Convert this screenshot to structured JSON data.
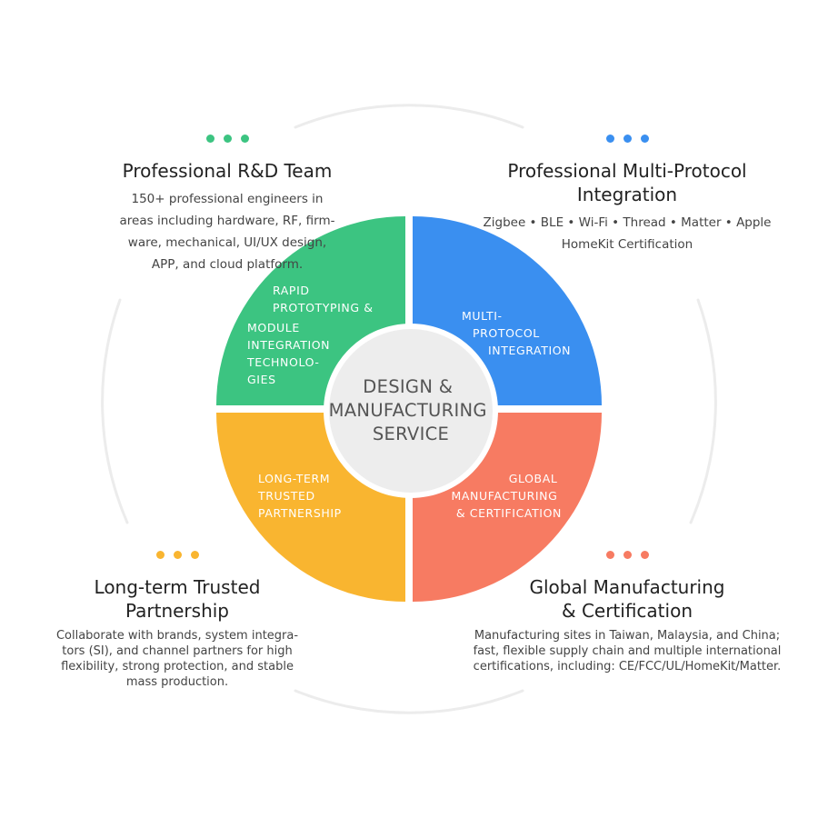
{
  "center": {
    "lines": [
      "DESIGN &",
      "MANUFACTURING",
      "SERVICE"
    ]
  },
  "segments": [
    {
      "id": "tl",
      "color": "#3cc481",
      "lines": [
        "RAPID",
        "PROTOTYPING &",
        "MODULE",
        "INTEGRATION",
        "TECHNOLO-",
        "GIES"
      ]
    },
    {
      "id": "tr",
      "color": "#3a8ff0",
      "lines": [
        "MULTI-",
        "PROTOCOL",
        "INTEGRATION"
      ]
    },
    {
      "id": "bl",
      "color": "#f9b530",
      "lines": [
        "LONG-TERM",
        "TRUSTED",
        "PARTNERSHIP"
      ]
    },
    {
      "id": "br",
      "color": "#f77b62",
      "lines": [
        "GLOBAL",
        "MANUFACTURING",
        "& CERTIFICATION"
      ]
    }
  ],
  "cards": {
    "tl": {
      "dot_color": "#3cc481",
      "title_lines": [
        "Professional R&D Team"
      ],
      "desc_lines": [
        "150+ professional engineers in",
        "areas including hardware, RF, firm-",
        "ware, mechanical, UI/UX design,",
        "APP, and cloud platform."
      ]
    },
    "tr": {
      "dot_color": "#3a8ff0",
      "title_lines": [
        "Professional Multi-Protocol",
        "Integration"
      ],
      "desc_lines": [
        "Zigbee • BLE • Wi-Fi • Thread • Matter • Apple",
        "HomeKit Certification"
      ]
    },
    "bl": {
      "dot_color": "#f9b530",
      "title_lines": [
        "Long-term Trusted",
        "Partnership"
      ],
      "desc_lines": [
        "Collaborate with brands, system integra-",
        "tors (SI), and channel partners for high",
        "flexibility, strong protection, and stable",
        "mass production."
      ]
    },
    "br": {
      "dot_color": "#f77b62",
      "title_lines": [
        "Global Manufacturing",
        "& Certification"
      ],
      "desc_lines": [
        "Manufacturing sites in Taiwan, Malaysia, and China;",
        "fast, flexible supply chain and multiple international",
        "certifications, including: CE/FCC/UL/HomeKit/Matter."
      ]
    }
  }
}
